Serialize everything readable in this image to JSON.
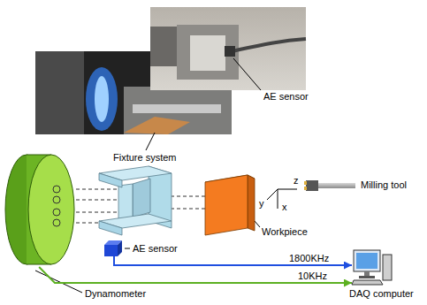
{
  "diagram": {
    "nodes": [
      {
        "text": [
          "Dynamometer"
        ]
      },
      {
        "text": [
          "AE sensor"
        ]
      },
      {
        "text": [
          "DAQ computer"
        ]
      }
    ],
    "edges": [
      {
        "from": 1,
        "to": 2,
        "arrow": "to",
        "label": "1800KHz"
      },
      {
        "from": 0,
        "to": 2,
        "arrow": "to",
        "label": "10KHz"
      }
    ],
    "labels": [
      "AE sensor",
      "Fixture system",
      "Milling tool",
      "Workpiece",
      "z",
      "y",
      "x"
    ]
  }
}
